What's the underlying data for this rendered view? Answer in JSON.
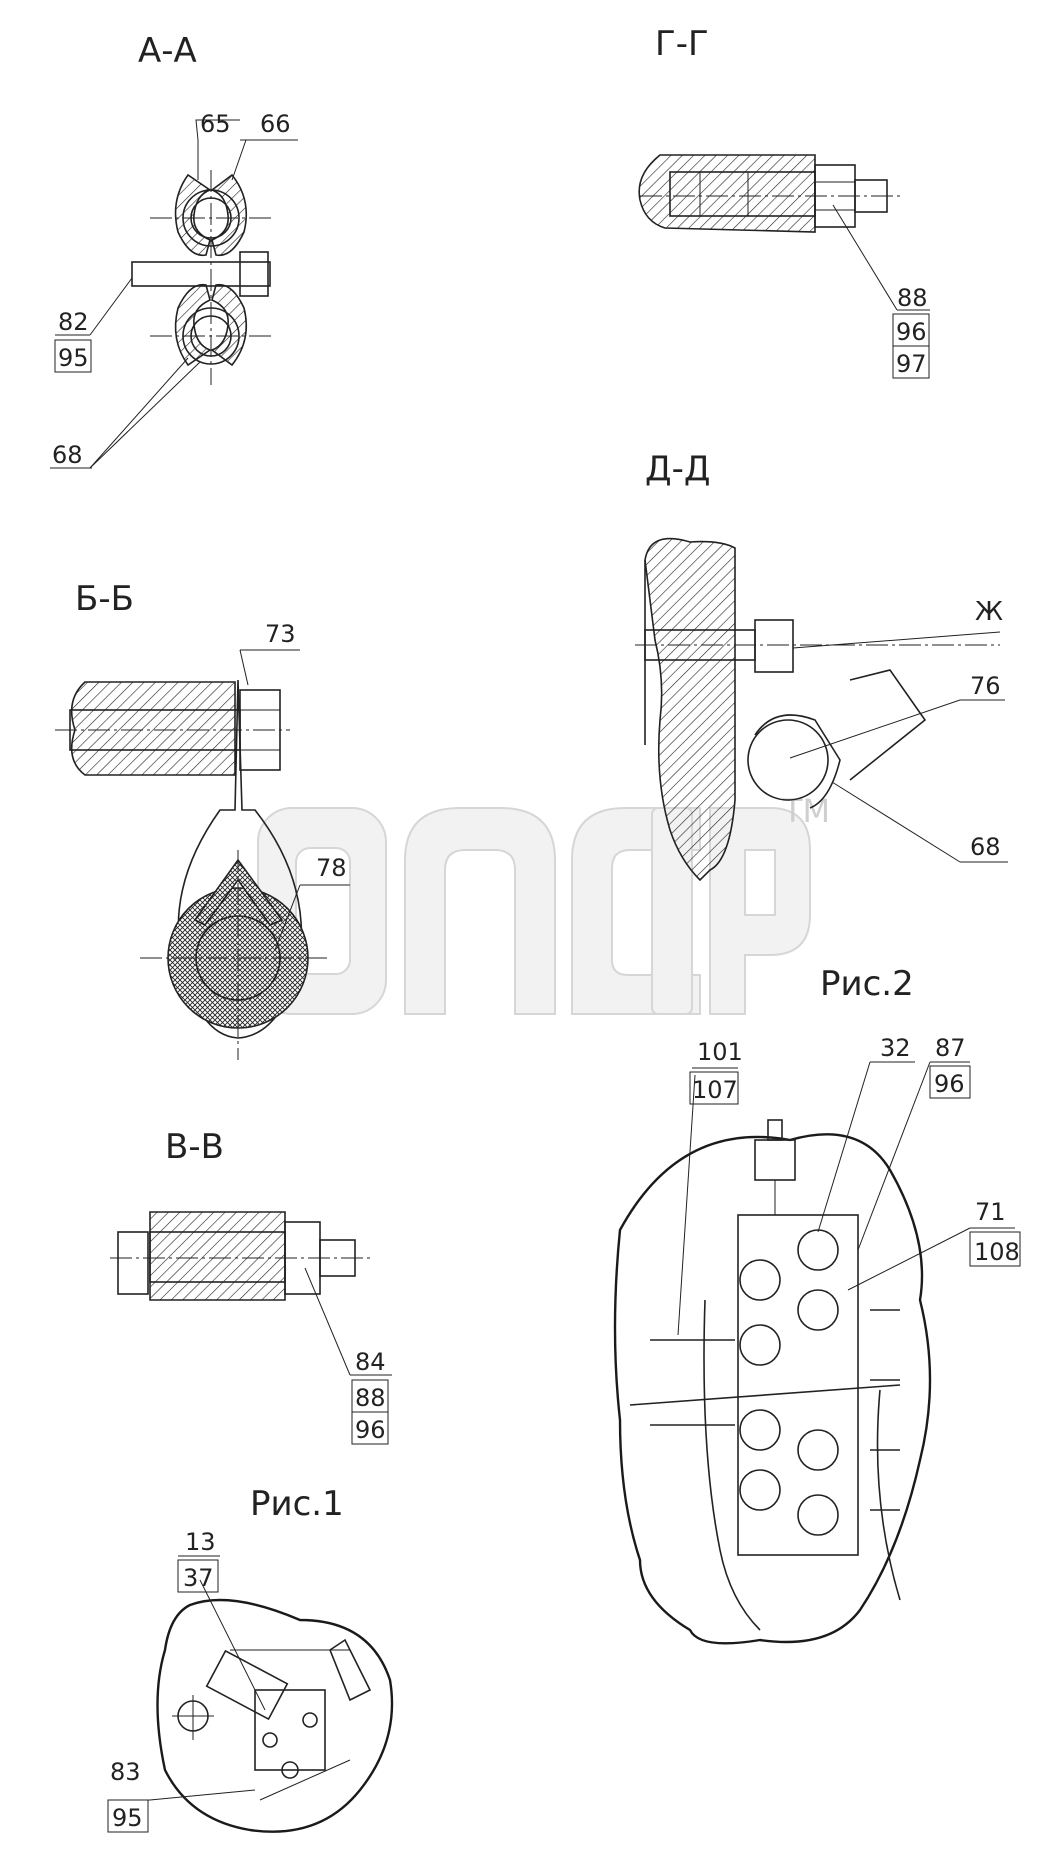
{
  "sections": {
    "aa": "А-А",
    "gg": "Г-Г",
    "dd": "Д-Д",
    "bb": "Б-Б",
    "vv": "В-В",
    "fig1": "Рис.1",
    "fig2": "Рис.2"
  },
  "callouts": {
    "aa_65": "65",
    "aa_66": "66",
    "aa_82": "82",
    "aa_95": "95",
    "aa_68": "68",
    "gg_88": "88",
    "gg_96": "96",
    "gg_97": "97",
    "dd_zh": "Ж",
    "dd_76": "76",
    "dd_68": "68",
    "bb_73": "73",
    "bb_78": "78",
    "vv_84": "84",
    "vv_88": "88",
    "vv_96": "96",
    "f1_13": "13",
    "f1_37": "37",
    "f1_83": "83",
    "f1_95": "95",
    "f2_101": "101",
    "f2_107": "107",
    "f2_32": "32",
    "f2_87": "87",
    "f2_96": "96",
    "f2_71": "71",
    "f2_108": "108"
  },
  "watermark": {
    "tm": "TM"
  },
  "colors": {
    "line": "#222222",
    "watermark": "#dddddd"
  }
}
